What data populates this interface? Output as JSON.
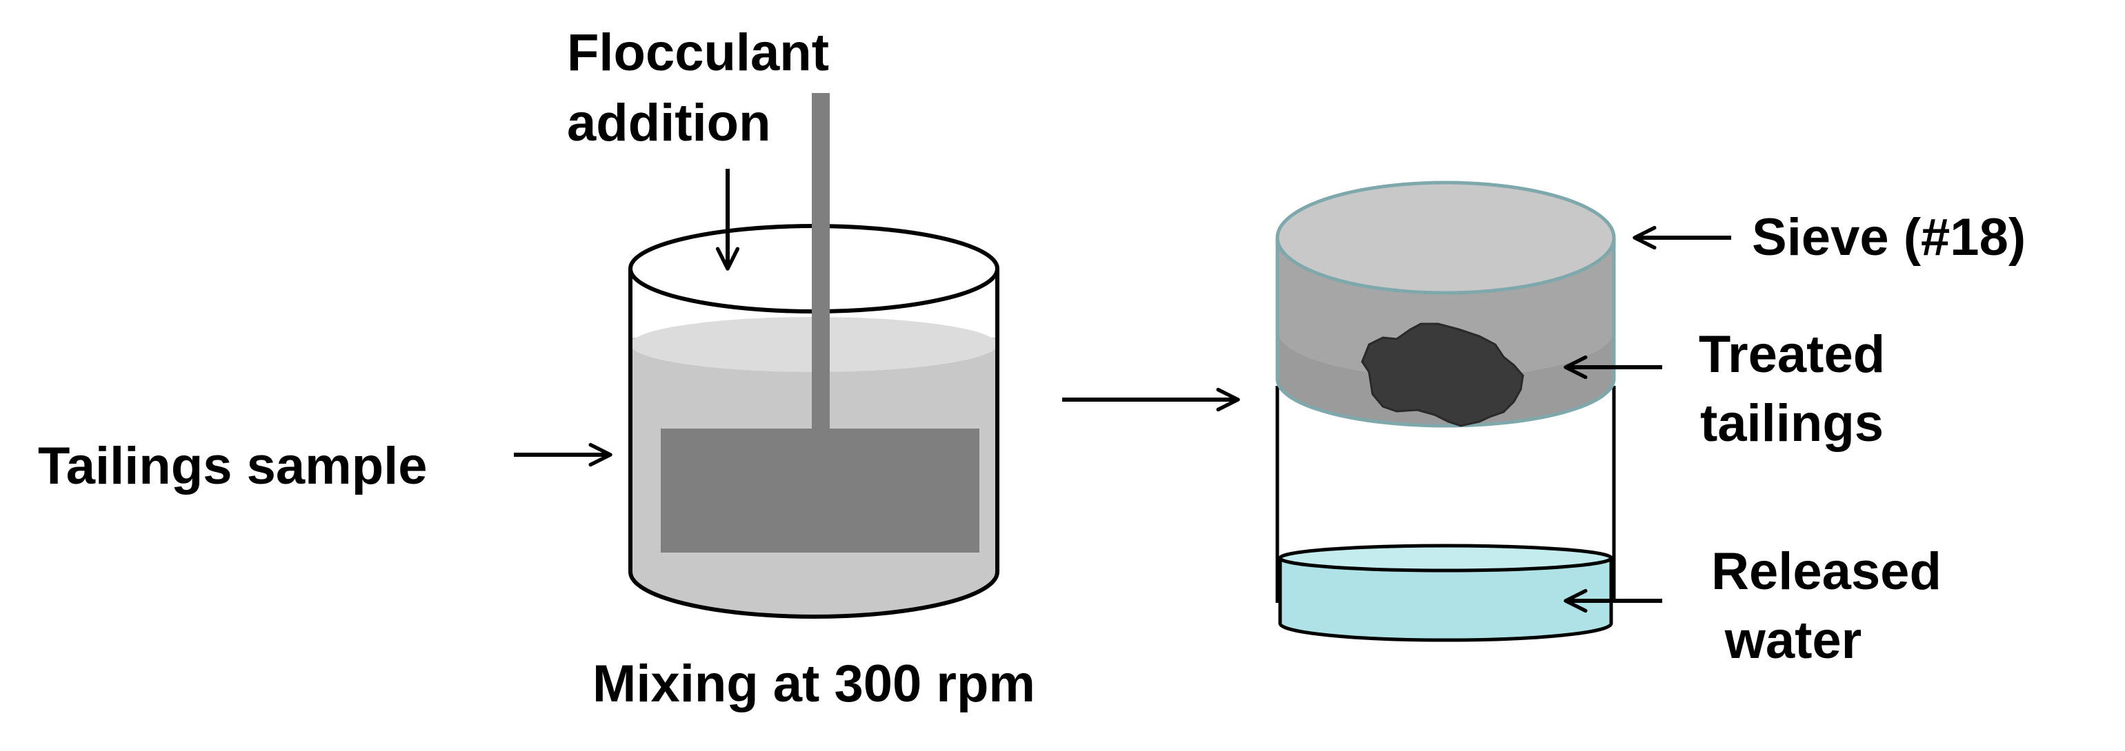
{
  "labels": {
    "flocculant_line1": "Flocculant",
    "flocculant_line2": "addition",
    "tailings_sample": "Tailings sample",
    "mixing": "Mixing at 300 rpm",
    "sieve": "Sieve (#18)",
    "treated_line1": "Treated",
    "treated_line2": "tailings",
    "released_line1": "Released",
    "released_line2": "water"
  },
  "colors": {
    "outline": "#000000",
    "beaker_liquid": "#c8c8c8",
    "liquid_surface": "#dcdcdc",
    "stirrer": "#7f7f7f",
    "sieve_fill": "#a6a6a6",
    "sieve_top": "#c8c8c8",
    "sieve_rim": "#7fa8ad",
    "treated_tailings": "#3a3a3a",
    "released_water": "#aee2e6"
  }
}
